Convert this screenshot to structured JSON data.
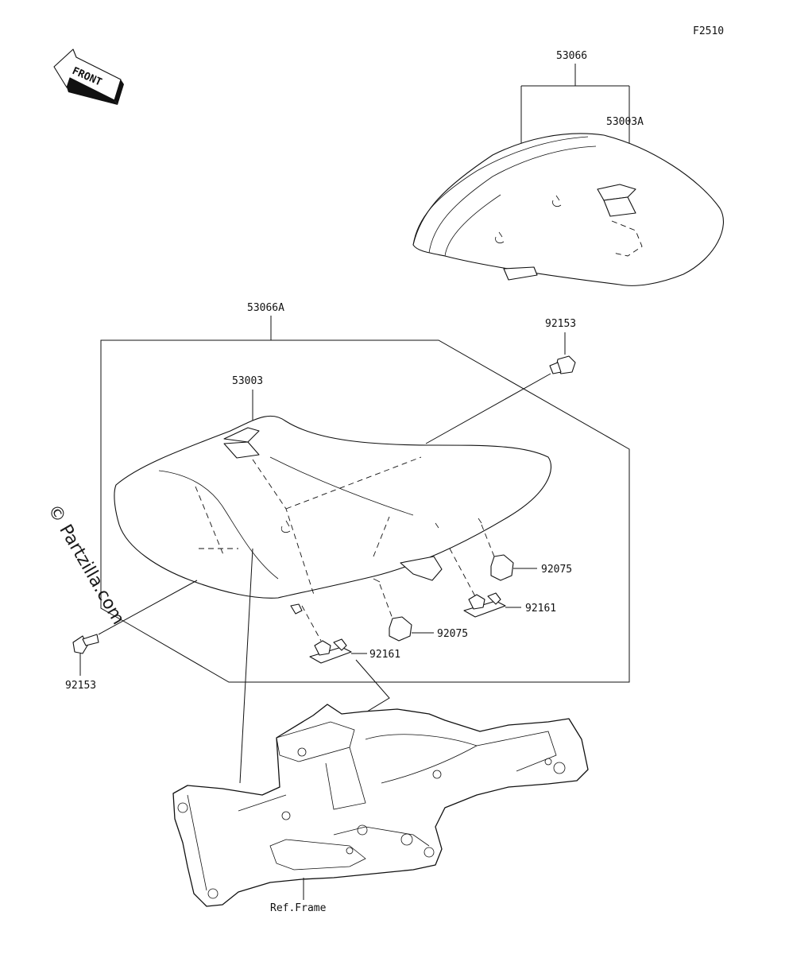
{
  "diagram": {
    "figure_code": "F2510",
    "front_arrow_label": "FRONT",
    "watermark": "© Partzilla.com",
    "callouts": {
      "rear_seat_assy": "53066",
      "rear_seat_cover": "53003A",
      "front_seat_assy": "53066A",
      "front_seat_cover": "53003",
      "bolt_right": "92153",
      "bolt_left": "92153",
      "damper_right": "92075",
      "damper_center": "92075",
      "clip_right": "92161",
      "clip_center": "92161",
      "frame_ref": "Ref.Frame"
    }
  }
}
